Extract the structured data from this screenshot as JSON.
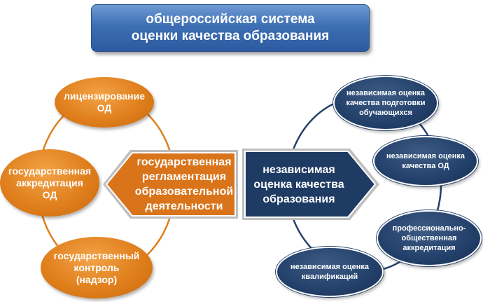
{
  "title": {
    "line1": "общероссийская система",
    "line2": "оценки качества образования"
  },
  "left_arrow": {
    "lines": [
      "государственная",
      "регламентация",
      "образовательной",
      "деятельности"
    ],
    "color": "#d9741b"
  },
  "right_arrow": {
    "lines": [
      "независимая",
      "оценка качества",
      "образования"
    ],
    "color": "#1e3b63"
  },
  "left_nodes": [
    {
      "lines": [
        "лицензирование",
        "ОД"
      ]
    },
    {
      "lines": [
        "государственная",
        "аккредитация",
        "ОД"
      ]
    },
    {
      "lines": [
        "государственный",
        "контроль",
        "(надзор)"
      ]
    }
  ],
  "right_nodes": [
    {
      "lines": [
        "независимая оценка",
        "качества подготовки",
        "обучающихся"
      ]
    },
    {
      "lines": [
        "независимая оценка",
        "качества ОД"
      ]
    },
    {
      "lines": [
        "профессионально-",
        "общественная",
        "аккредитация"
      ]
    },
    {
      "lines": [
        "независимая оценка",
        "квалификаций"
      ]
    }
  ],
  "colors": {
    "title_blue": "#3d6fb4",
    "orange": "#e07f1c",
    "navy": "#23406a"
  }
}
